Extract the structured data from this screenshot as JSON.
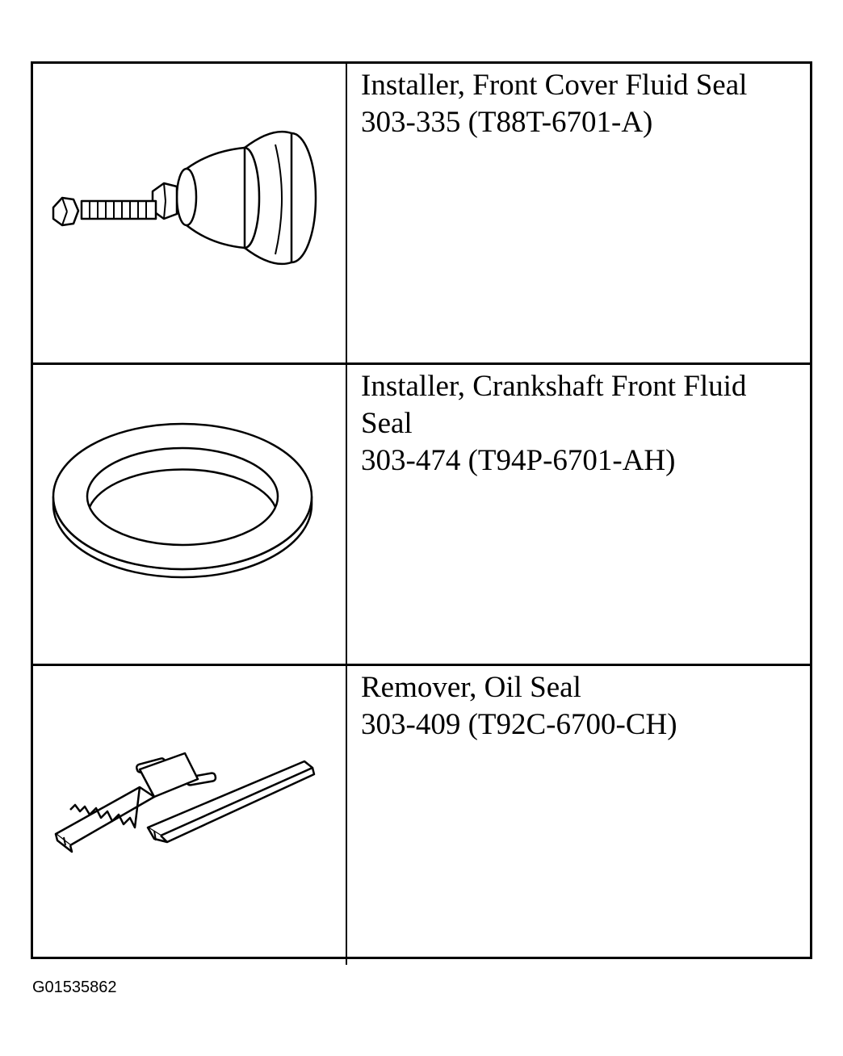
{
  "tools": [
    {
      "icon": "front-cover-seal-installer-icon",
      "title": "Installer, Front Cover Fluid Seal",
      "title_cont": "",
      "part_number": "303-335 (T88T-6701-A)"
    },
    {
      "icon": "crankshaft-seal-ring-icon",
      "title": "Installer, Crankshaft Front Fluid",
      "title_cont": "Seal",
      "part_number": "303-474 (T94P-6701-AH)"
    },
    {
      "icon": "oil-seal-remover-icon",
      "title": "Remover, Oil Seal",
      "title_cont": "",
      "part_number": "303-409 (T92C-6700-CH)"
    }
  ],
  "figure_id": "G01535862"
}
